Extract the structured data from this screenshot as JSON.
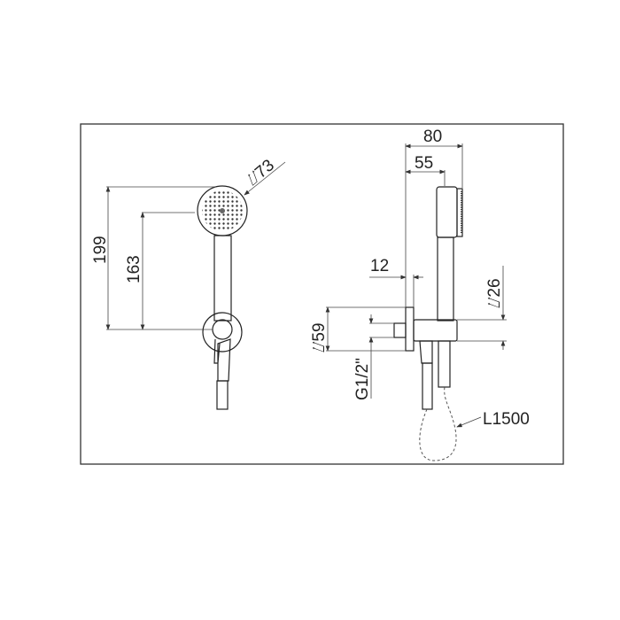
{
  "front_view": {
    "head_diameter": "⌰73",
    "height_overall": "199",
    "height_to_center": "163"
  },
  "side_view": {
    "depth_overall": "80",
    "depth_to_handle": "55",
    "plate_thickness": "12",
    "handle_diameter": "⌰26",
    "plate_diameter": "⌰59",
    "thread": "G1/2\"",
    "hose_length": "L1500"
  },
  "colors": {
    "line": "#222222",
    "frame": "#333333"
  }
}
